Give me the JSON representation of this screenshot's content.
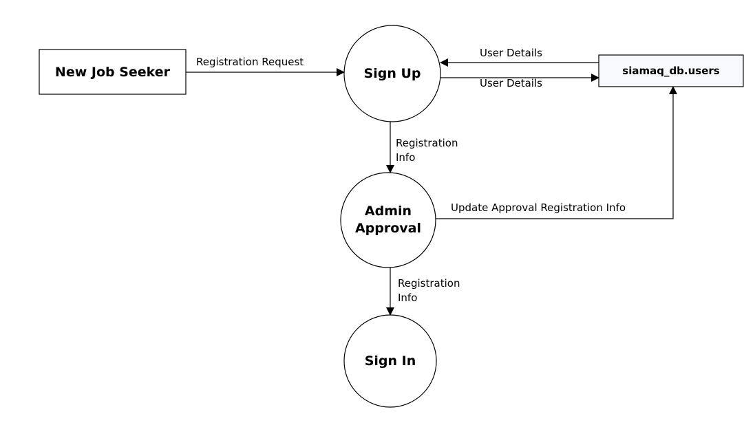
{
  "nodes": {
    "external_entity": "New Job Seeker",
    "sign_up": "Sign Up",
    "admin_approval": "Admin\nApproval",
    "sign_in": "Sign In",
    "data_store": "siamaq_db.users"
  },
  "flows": {
    "registration_request": "Registration Request",
    "user_details_in": "User Details",
    "user_details_out": "User Details",
    "registration_info_1": "Registration\nInfo",
    "registration_info_2": "Registration\nInfo",
    "update_approval": "Update Approval Registration Info"
  }
}
